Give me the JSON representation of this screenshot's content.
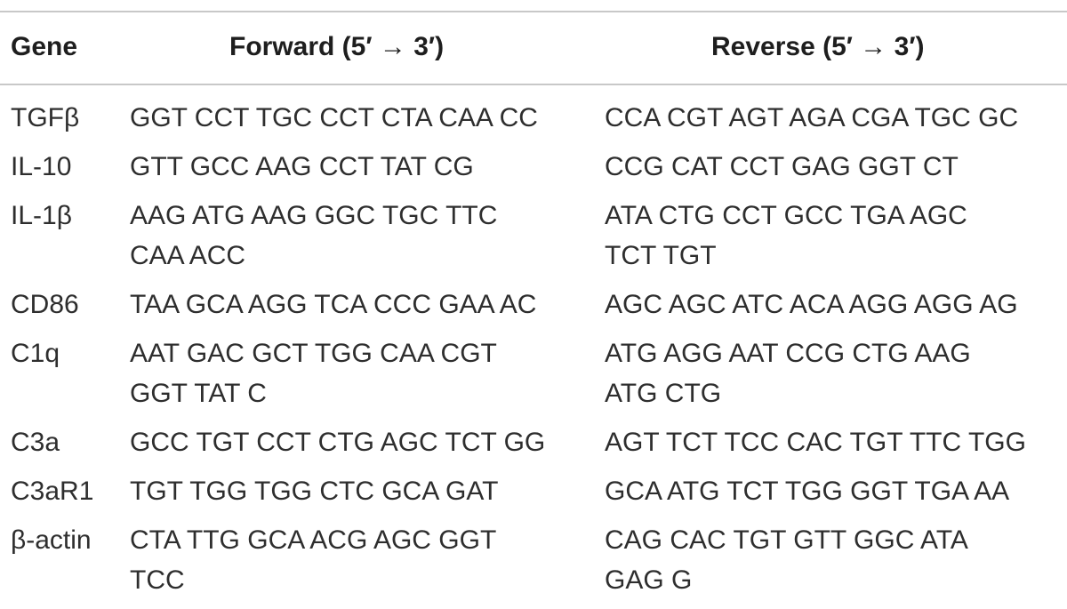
{
  "table": {
    "headers": {
      "gene": "Gene",
      "forward": "Forward (5′ → 3′)",
      "reverse": "Reverse (5′ → 3′)"
    },
    "rows": [
      {
        "gene": "TGFβ",
        "forward": [
          "GGT CCT TGC CCT CTA CAA CC"
        ],
        "reverse": [
          "CCA CGT AGT AGA CGA TGC GC"
        ]
      },
      {
        "gene": "IL-10",
        "forward": [
          "GTT GCC AAG CCT TAT CG"
        ],
        "reverse": [
          "CCG CAT CCT GAG GGT CT"
        ]
      },
      {
        "gene": "IL-1β",
        "forward": [
          "AAG ATG AAG GGC TGC TTC",
          "CAA ACC"
        ],
        "reverse": [
          "ATA CTG CCT GCC TGA AGC",
          "TCT TGT"
        ]
      },
      {
        "gene": "CD86",
        "forward": [
          "TAA GCA AGG TCA CCC GAA AC"
        ],
        "reverse": [
          "AGC AGC ATC ACA AGG AGG AG"
        ]
      },
      {
        "gene": "C1q",
        "forward": [
          "AAT GAC GCT TGG CAA CGT",
          "GGT TAT C"
        ],
        "reverse": [
          "ATG AGG AAT CCG CTG AAG",
          "ATG CTG"
        ]
      },
      {
        "gene": "C3a",
        "forward": [
          "GCC TGT CCT CTG AGC TCT GG"
        ],
        "reverse": [
          "AGT TCT TCC CAC TGT TTC TGG"
        ]
      },
      {
        "gene": "C3aR1",
        "forward": [
          "TGT TGG TGG CTC GCA GAT"
        ],
        "reverse": [
          "GCA ATG TCT TGG GGT TGA AA"
        ]
      },
      {
        "gene": "β-actin",
        "forward": [
          "CTA TTG GCA ACG AGC GGT",
          "TCC"
        ],
        "reverse": [
          "CAG CAC TGT GTT GGC ATA",
          "GAG G"
        ]
      }
    ]
  }
}
